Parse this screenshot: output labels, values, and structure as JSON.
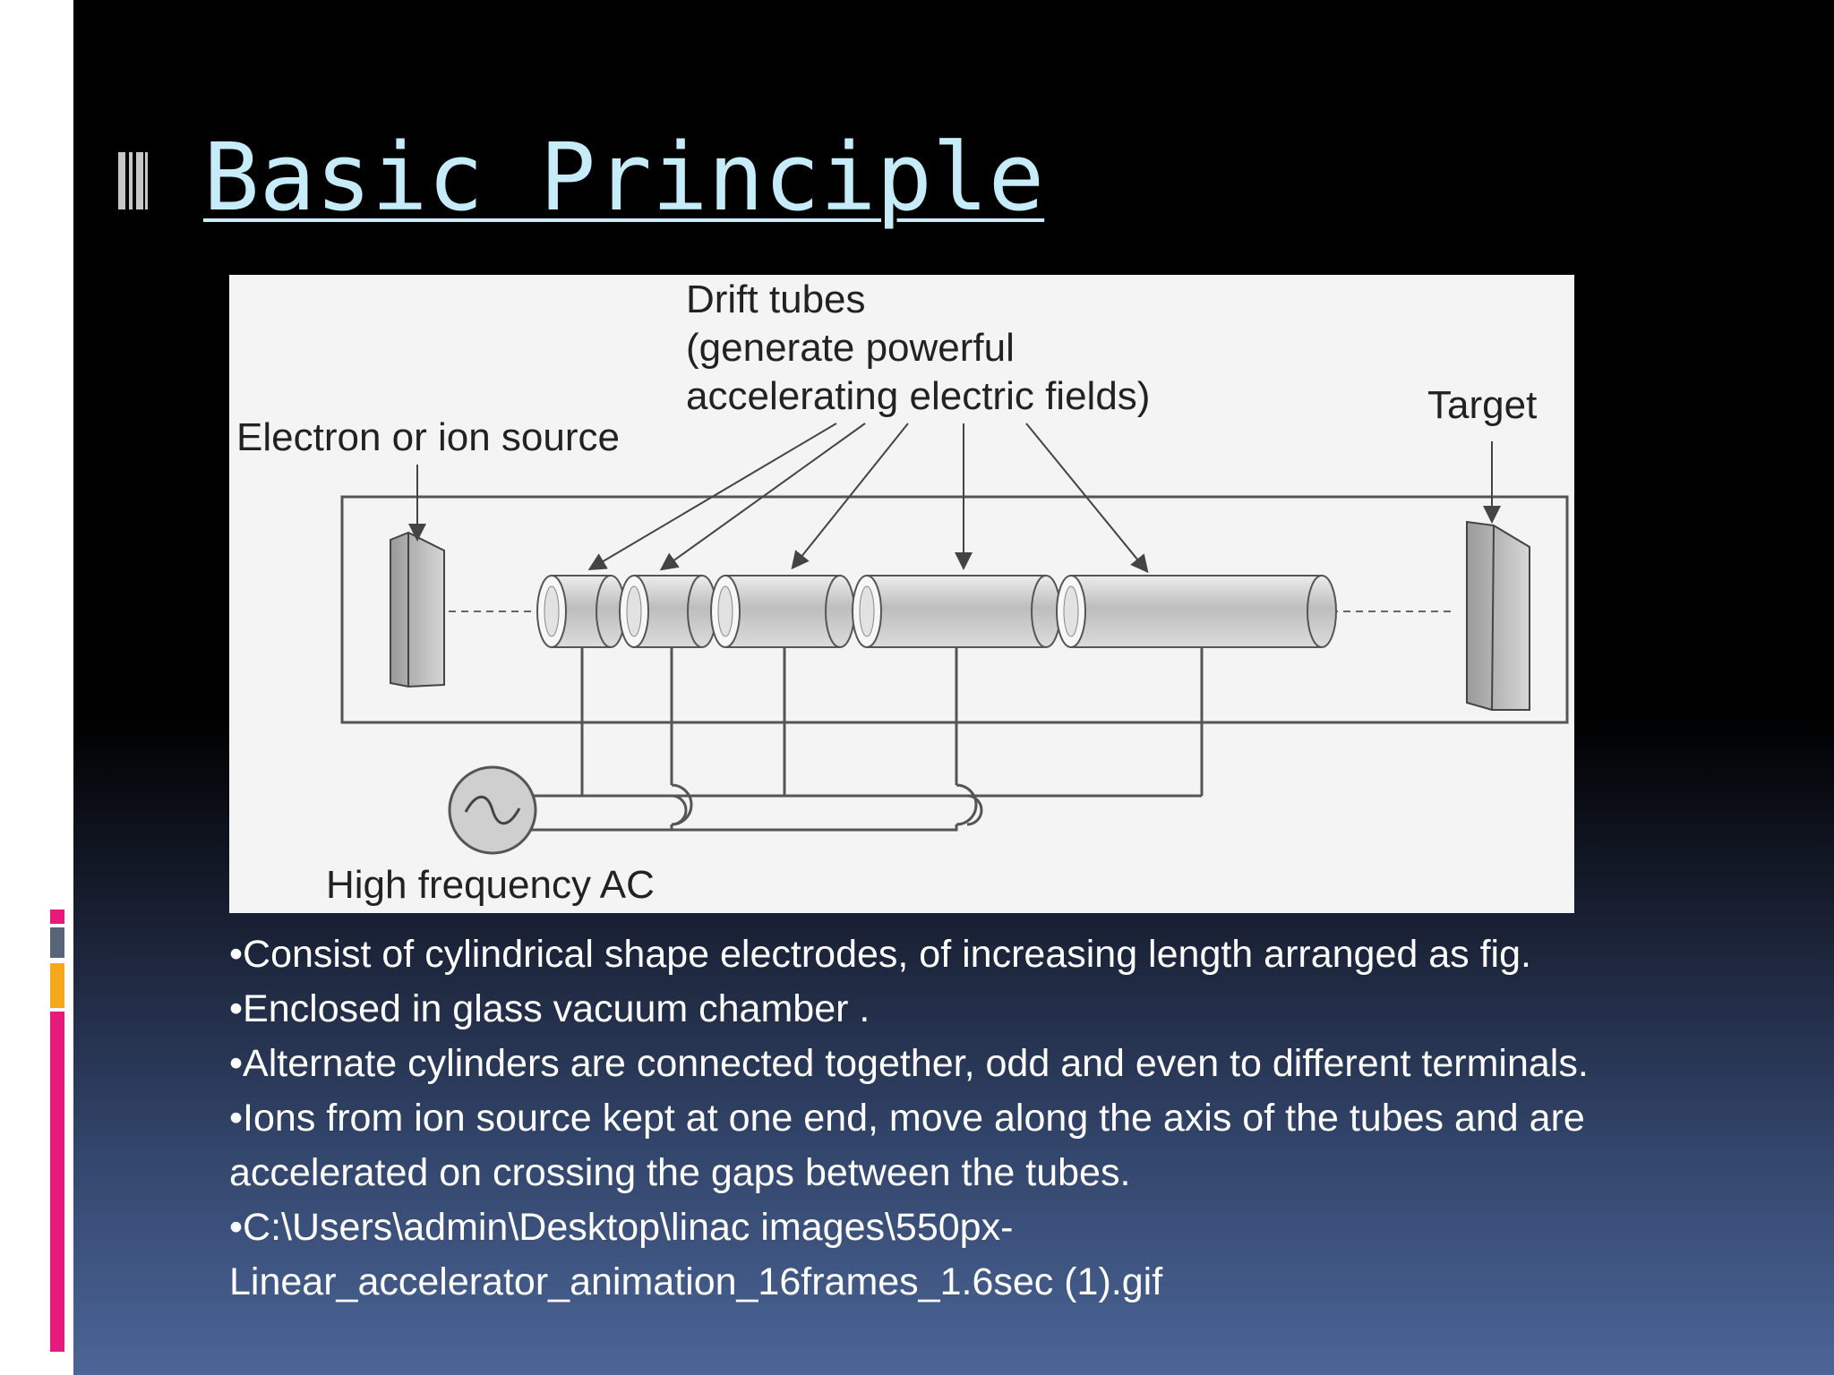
{
  "slide": {
    "title": "Basic Principle",
    "accent_colors": {
      "pink": "#e8197d",
      "orange": "#f5a81c",
      "slate": "#5a6478",
      "title": "#c5ecf8"
    }
  },
  "figure": {
    "labels": {
      "drift_tubes_1": "Drift tubes",
      "drift_tubes_2": "(generate powerful",
      "drift_tubes_3": "accelerating electric fields)",
      "source": "Electron or ion source",
      "target": "Target",
      "ac": "High frequency AC"
    }
  },
  "bullets": [
    "•Consist of cylindrical shape electrodes, of increasing length arranged as fig.",
    "•Enclosed in glass vacuum chamber .",
    "•Alternate cylinders are connected together, odd and even to different terminals.",
    "•Ions from ion source kept at one end, move along the axis of the tubes and are\naccelerated on crossing the gaps between the tubes.",
    "•C:\\Users\\admin\\Desktop\\linac images\\550px-\nLinear_accelerator_animation_16frames_1.6sec (1).gif"
  ]
}
